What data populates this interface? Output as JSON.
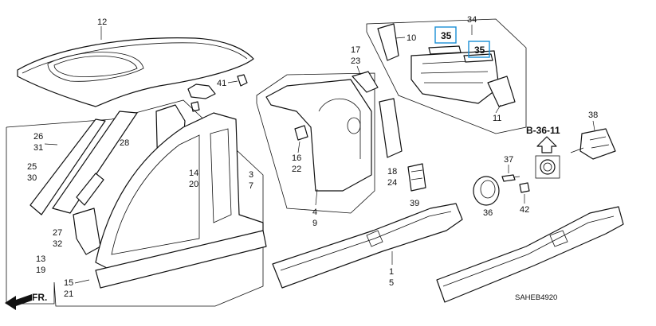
{
  "diagram": {
    "parts": {
      "p12": "12",
      "p41": "41",
      "p17": "17",
      "p23": "23",
      "p34": "34",
      "p35a": "35",
      "p35b": "35",
      "p10": "10",
      "p11": "11",
      "p38": "38",
      "p26": "26",
      "p31": "31",
      "p28": "28",
      "p25": "25",
      "p30": "30",
      "p14": "14",
      "p20": "20",
      "p3": "3",
      "p7": "7",
      "p16": "16",
      "p22": "22",
      "p18": "18",
      "p24": "24",
      "p37": "37",
      "p39": "39",
      "p36": "36",
      "p42": "42",
      "p27": "27",
      "p32": "32",
      "p4": "4",
      "p9": "9",
      "p13": "13",
      "p19": "19",
      "p15": "15",
      "p21": "21",
      "p1": "1",
      "p5": "5"
    },
    "reference": "B-36-11",
    "direction_label": "FR.",
    "diagram_code": "SAHEB4920",
    "highlight_color": "#1a8fd6"
  }
}
